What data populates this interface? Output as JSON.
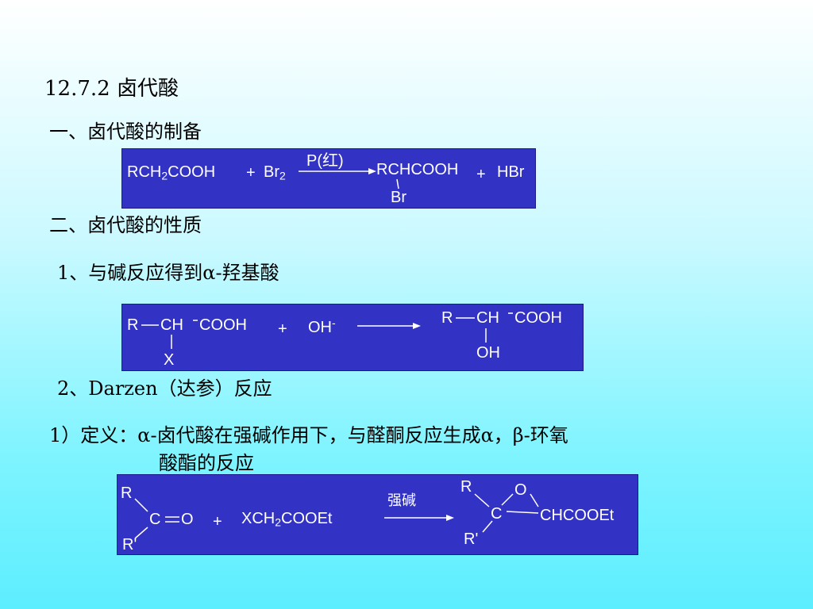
{
  "section_title": "12.7.2 卤代酸",
  "part1": {
    "heading": "一、卤代酸的制备"
  },
  "rxn1": {
    "reactant": "RCH",
    "reactant_sub": "2",
    "reactant_rest": "COOH",
    "plus1": "+",
    "reagent": "Br",
    "reagent_sub": "2",
    "condition": "P(红)",
    "product": "RCHCOOH",
    "product_sub_group": "Br",
    "plus2": "+",
    "byproduct": "HBr"
  },
  "part2": {
    "heading": "二、卤代酸的性质"
  },
  "item1": {
    "text": "1、与碱反应得到α-羟基酸"
  },
  "rxn2": {
    "r": "R",
    "ch": "CH",
    "cooh": "COOH",
    "x": "X",
    "plus": "+",
    "oh_reagent": "OH",
    "oh_charge": "-",
    "p_r": "R",
    "p_ch": "CH",
    "p_cooh": "COOH",
    "p_oh": "OH"
  },
  "item2": {
    "text": "2、Darzen（达参）反应"
  },
  "definition": {
    "line1": "1）定义：α-卤代酸在强碱作用下，与醛酮反应生成α，β-环氧",
    "line2": "酸酯的反应"
  },
  "rxn3": {
    "r": "R",
    "c": "C",
    "o": "O",
    "r_prime": "R'",
    "plus": "+",
    "reagent": "XCH",
    "reagent_sub": "2",
    "reagent_rest": "COOEt",
    "condition": "强碱",
    "p_r": "R",
    "p_o": "O",
    "p_c": "C",
    "p_chcooet": "CHCOOEt",
    "p_r_prime": "R'"
  },
  "colors": {
    "panel_bg": "#3232c4",
    "panel_text": "#ffffff"
  }
}
